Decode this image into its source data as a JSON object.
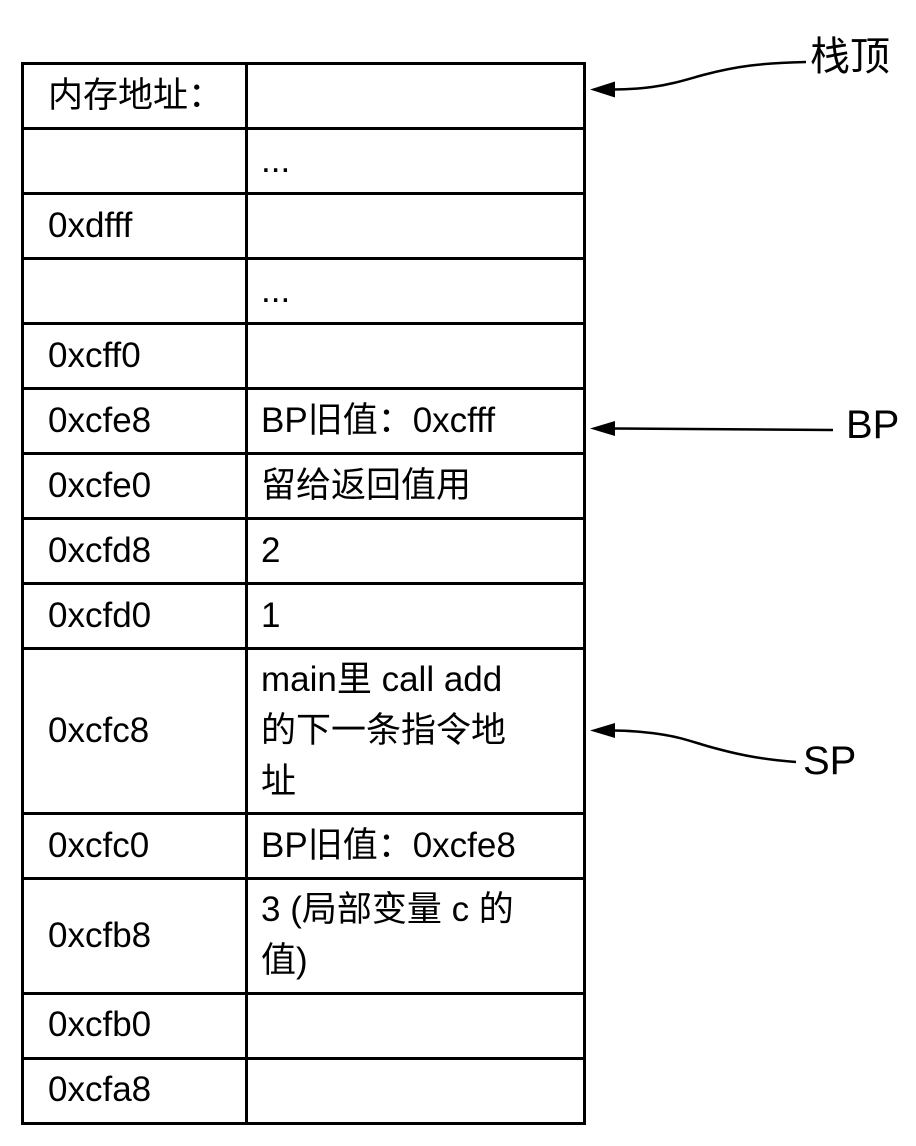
{
  "diagram": {
    "table": {
      "rows": [
        {
          "addr": "内存地址：",
          "value": ""
        },
        {
          "addr": "",
          "value": "..."
        },
        {
          "addr": "0xdfff",
          "value": ""
        },
        {
          "addr": "",
          "value": "..."
        },
        {
          "addr": "0xcff0",
          "value": ""
        },
        {
          "addr": "0xcfe8",
          "value": "BP旧值：0xcfff"
        },
        {
          "addr": "0xcfe0",
          "value": "留给返回值用"
        },
        {
          "addr": "0xcfd8",
          "value": "2"
        },
        {
          "addr": "0xcfd0",
          "value": "1"
        },
        {
          "addr": "0xcfc8",
          "value": "main里 call add 的下一条指令地址"
        },
        {
          "addr": "0xcfc0",
          "value": "BP旧值：0xcfe8"
        },
        {
          "addr": "0xcfb8",
          "value": "3 (局部变量 c 的值)"
        },
        {
          "addr": "0xcfb0",
          "value": ""
        },
        {
          "addr": "0xcfa8",
          "value": ""
        }
      ]
    },
    "annotations": {
      "stack_top": "栈顶",
      "bp": "BP",
      "sp": "SP"
    },
    "colors": {
      "line": "#000000",
      "text": "#000000",
      "background": "#ffffff"
    }
  }
}
